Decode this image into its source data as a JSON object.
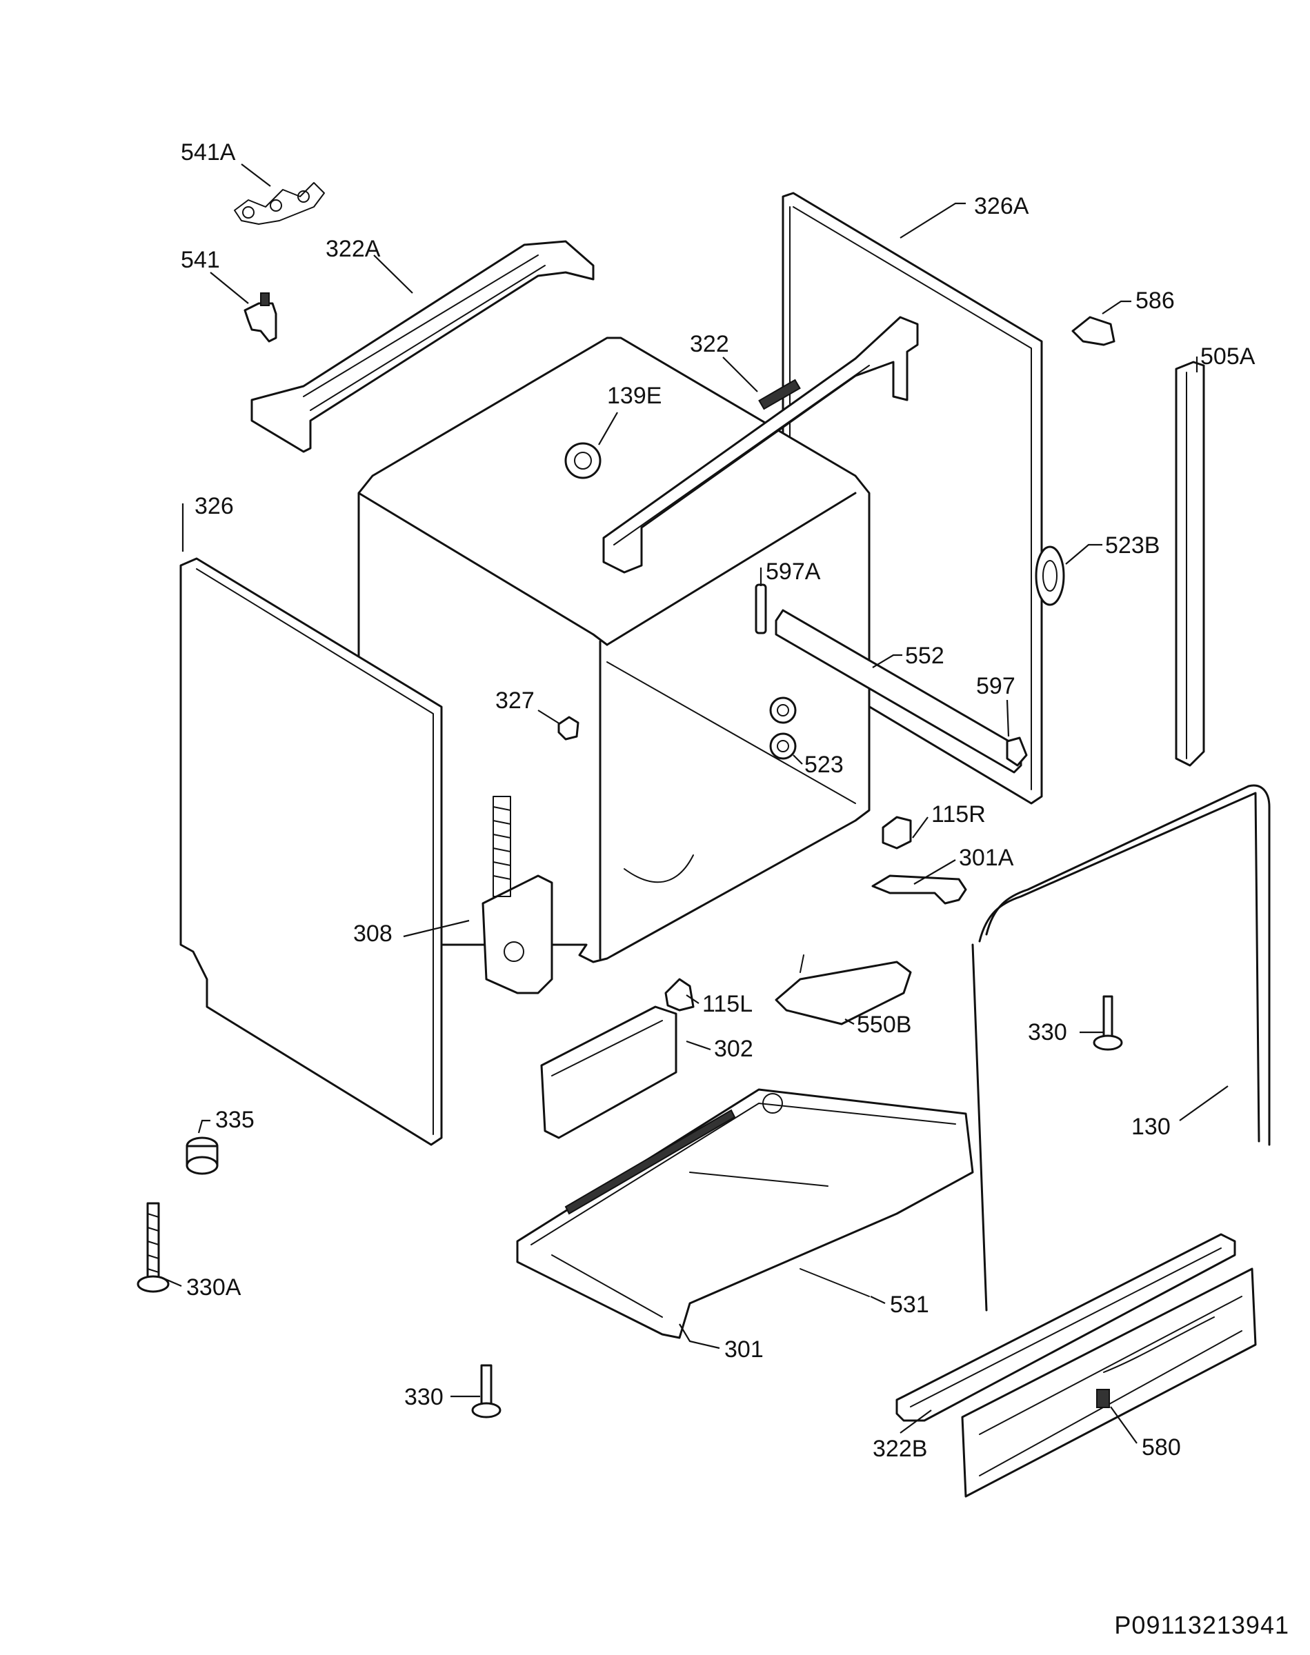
{
  "diagram": {
    "document_code": "P09113213941",
    "parts": [
      {
        "id": "541A",
        "label": "541A"
      },
      {
        "id": "541",
        "label": "541"
      },
      {
        "id": "322A",
        "label": "322A"
      },
      {
        "id": "322",
        "label": "322"
      },
      {
        "id": "139E",
        "label": "139E"
      },
      {
        "id": "326A",
        "label": "326A"
      },
      {
        "id": "586",
        "label": "586"
      },
      {
        "id": "505A",
        "label": "505A"
      },
      {
        "id": "326",
        "label": "326"
      },
      {
        "id": "523B",
        "label": "523B"
      },
      {
        "id": "597A",
        "label": "597A"
      },
      {
        "id": "552",
        "label": "552"
      },
      {
        "id": "597",
        "label": "597"
      },
      {
        "id": "327",
        "label": "327"
      },
      {
        "id": "523",
        "label": "523"
      },
      {
        "id": "115R",
        "label": "115R"
      },
      {
        "id": "301A",
        "label": "301A"
      },
      {
        "id": "308",
        "label": "308"
      },
      {
        "id": "115L",
        "label": "115L"
      },
      {
        "id": "550B",
        "label": "550B"
      },
      {
        "id": "330-right",
        "label": "330"
      },
      {
        "id": "302",
        "label": "302"
      },
      {
        "id": "335",
        "label": "335"
      },
      {
        "id": "130",
        "label": "130"
      },
      {
        "id": "330A",
        "label": "330A"
      },
      {
        "id": "531",
        "label": "531"
      },
      {
        "id": "301",
        "label": "301"
      },
      {
        "id": "330-bottom",
        "label": "330"
      },
      {
        "id": "322B",
        "label": "322B"
      },
      {
        "id": "580",
        "label": "580"
      }
    ]
  }
}
